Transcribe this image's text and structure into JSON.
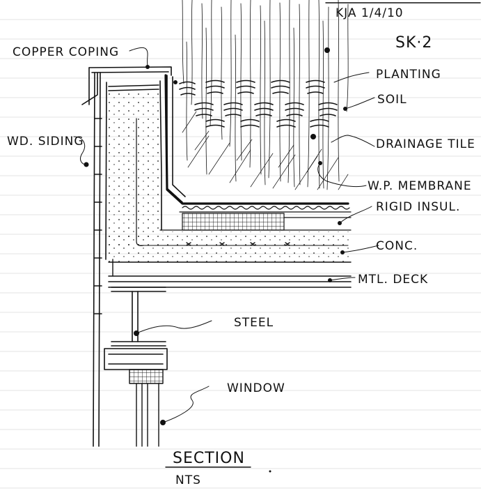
{
  "sheet": {
    "author_date": "KJA 1/4/10",
    "sheet_no": "SK·2",
    "title": "SECTION",
    "scale": "NTS"
  },
  "labels": {
    "copper_coping": "COPPER COPING",
    "wd_siding": "WD. SIDING",
    "planting": "PLANTING",
    "soil": "SOIL",
    "drainage_tile": "DRAINAGE TILE",
    "wp_membrane": "W.P. MEMBRANE",
    "rigid_insul": "RIGID INSUL.",
    "conc": "CONC.",
    "mtl_deck": "MTL. DECK",
    "steel": "STEEL",
    "window": "WINDOW"
  }
}
